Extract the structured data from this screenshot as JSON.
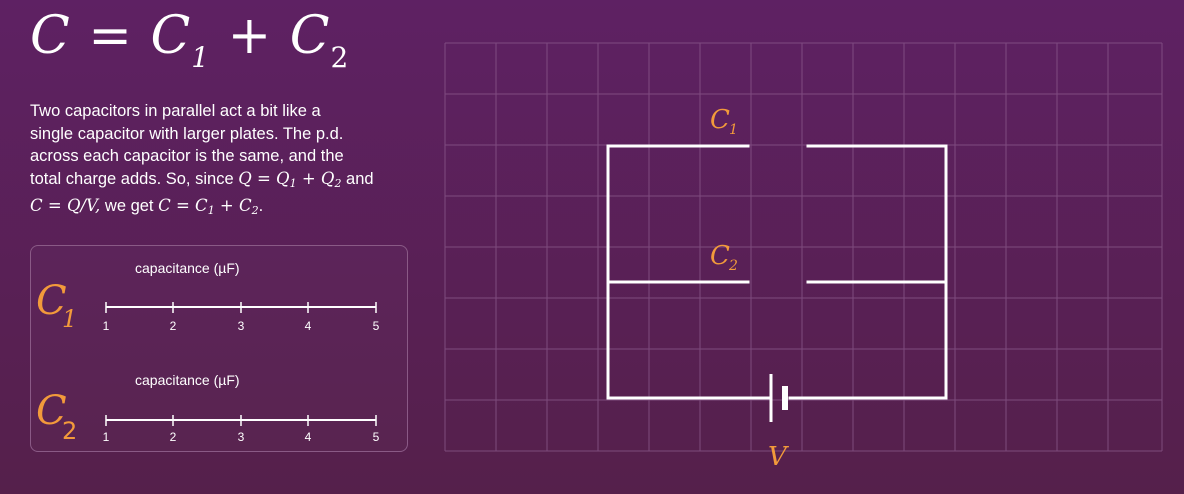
{
  "formula": {
    "c": "C",
    "eq": "=",
    "c1": "C",
    "s1": "1",
    "plus": "+",
    "c2": "C",
    "s2": "2"
  },
  "description": {
    "l1": "Two capacitors in parallel act a bit like a",
    "l2": "single capacitor with larger plates.  The p.d.",
    "l3": "across each capacitor is the same, and the",
    "l4a": "total charge adds.  So, since ",
    "l4b": "and",
    "l5a": "we get ",
    "eq_q": "Q = Q",
    "eq_q_plus": " + Q",
    "eq_cqv": "C = Q/V,",
    "eq_c": "C = C",
    "eq_c_plus": " + C",
    "sub1": "1",
    "sub2": "2",
    "period": "."
  },
  "sliders": {
    "c1": {
      "name": "C",
      "sub": "1",
      "title": "capacitance (µF)",
      "ticks": [
        "1",
        "2",
        "3",
        "4",
        "5"
      ]
    },
    "c2": {
      "name": "C",
      "sub": "2",
      "title": "capacitance (µF)",
      "ticks": [
        "1",
        "2",
        "3",
        "4",
        "5"
      ]
    }
  },
  "circuit": {
    "c1_label": "C",
    "c1_sub": "1",
    "c2_label": "C",
    "c2_sub": "2",
    "battery_label": "V"
  },
  "colors": {
    "accent": "#f29a3b",
    "wire": "#ffffff",
    "grid": "#8b5a8c"
  }
}
